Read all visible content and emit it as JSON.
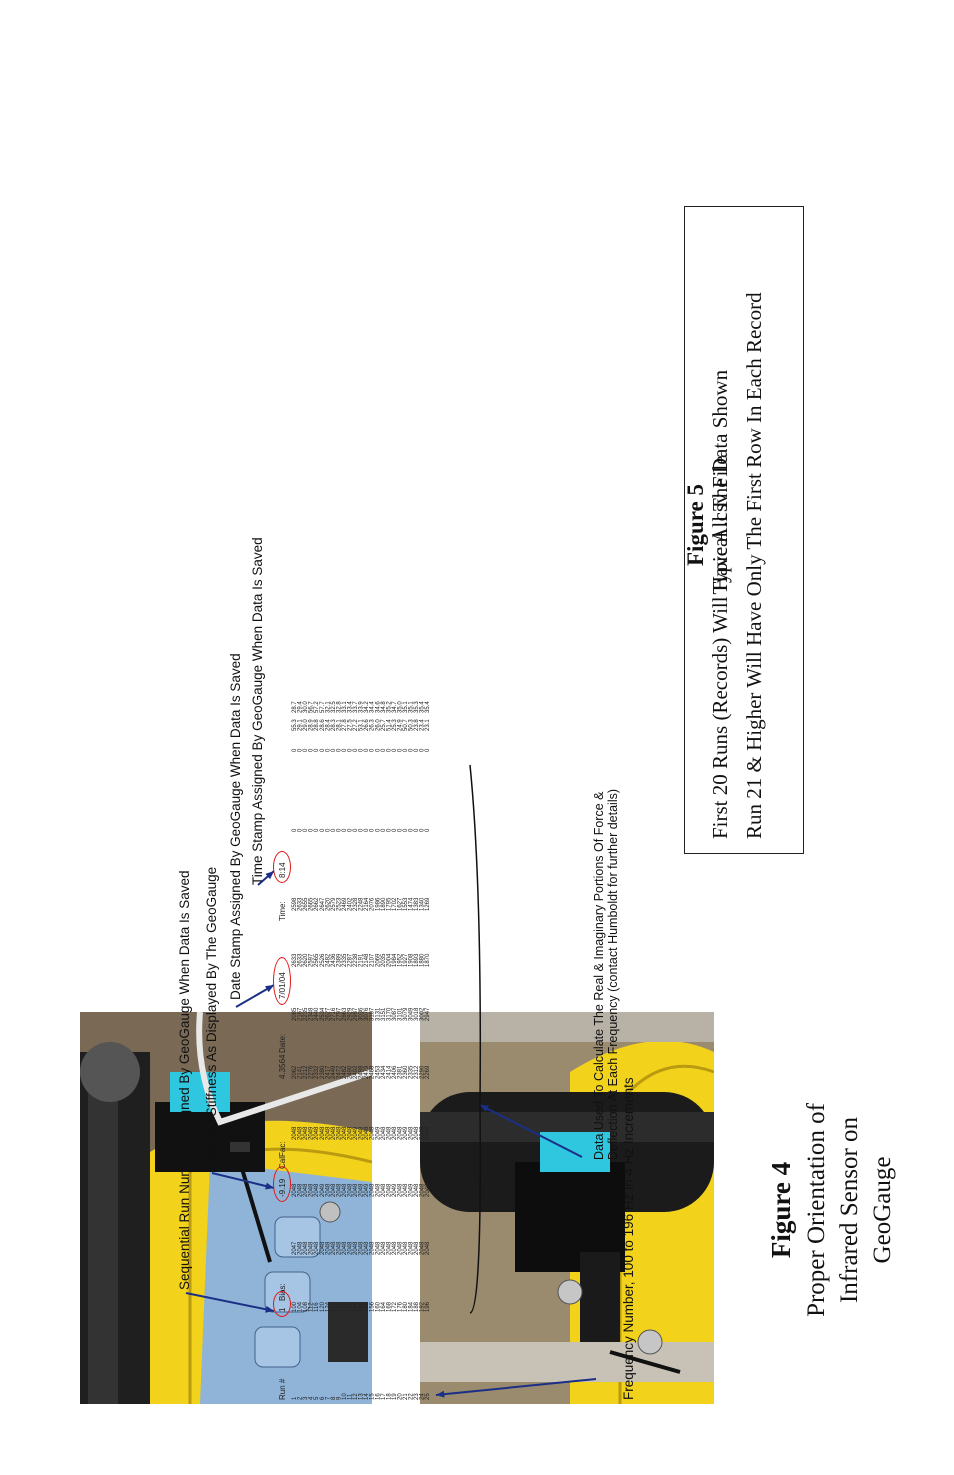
{
  "figure4": {
    "number": "Figure 4",
    "caption_lines": [
      "Proper Orientation of",
      "Infrared Sensor on",
      "GeoGauge"
    ]
  },
  "figure5": {
    "number": "Figure 5",
    "caption": "Typical .csv File"
  },
  "note_box": {
    "line1": "First 20 Runs (Records) Will Have All The Data Shown",
    "line2": "Run 21 & Higher Will Have Only The First Row In Each Record"
  },
  "annotations": {
    "run_number": "Sequential Run Number Assigned By GeoGauge When Data Is Saved",
    "avg_stiffness": "Average Stiffness As Displayed By The GeoGauge",
    "date_stamp": "Date Stamp Assigned By GeoGauge When Data Is Saved",
    "time_stamp": "Time Stamp Assigned By GeoGauge When Data Is Saved",
    "frequency": "Frequency Number, 100 to 196 Hz in 4 Hz Increments",
    "data_used_line1": "Data Used To Calculate The Real & Imaginary Portions Of Force &",
    "data_used_line2": "Deflection At Each Frequency (contact Humboldt for further details)"
  },
  "csv_header": {
    "run_label": "Run #",
    "run_value": "1",
    "bias_label": "Bias:",
    "stiffness_value": "-9.19",
    "calfac_label": "CalFac:",
    "calfac_value": "4.3564",
    "date_label": "Date:",
    "date_value": "7/01/04",
    "time_label": "Time:",
    "time_value": "8:14"
  },
  "colors": {
    "circle": "#e01818",
    "arrow": "#1b2f86",
    "gauge_yellow": "#f2d21a",
    "panel_blue": "#8fb4d8",
    "sensor_cyan": "#2fc7e0"
  },
  "csv_table": {
    "index": [
      "1",
      "2",
      "3",
      "4",
      "5",
      "6",
      "7",
      "8",
      "9",
      "10",
      "11",
      "12",
      "13",
      "14",
      "15",
      "16",
      "17",
      "18",
      "19",
      "20",
      "21",
      "22",
      "23",
      "24",
      "25"
    ],
    "rows": [
      [
        "100",
        "2047",
        "2048",
        "2048",
        "2062",
        "2085",
        "2633",
        "2598",
        "0",
        "0",
        "55.3",
        "28.7"
      ],
      [
        "104",
        "2048",
        "2048",
        "2048",
        "2141",
        "2167",
        "2633",
        "2633",
        "0",
        "0",
        "29.1",
        "29.4"
      ],
      [
        "108",
        "2048",
        "2048",
        "2048",
        "2212",
        "2235",
        "2620",
        "2655",
        "0",
        "0",
        "29.0",
        "30.0"
      ],
      [
        "112",
        "2048",
        "2048",
        "2049",
        "2276",
        "2348",
        "2597",
        "2665",
        "0",
        "0",
        "28.9",
        "56.7"
      ],
      [
        "116",
        "2048",
        "2048",
        "2048",
        "2332",
        "2440",
        "2565",
        "2662",
        "0",
        "0",
        "28.8",
        "57.2"
      ],
      [
        "120",
        "2048",
        "2049",
        "2048",
        "2380",
        "2534",
        "2526",
        "2647",
        "0",
        "0",
        "28.6",
        "57.7"
      ],
      [
        "124",
        "2048",
        "2048",
        "2048",
        "2417",
        "2627",
        "2482",
        "2620",
        "0",
        "0",
        "28.4",
        "32.1"
      ],
      [
        "128",
        "2048",
        "2048",
        "2048",
        "2449",
        "2716",
        "2436",
        "2579",
        "0",
        "0",
        "28.3",
        "32.5"
      ],
      [
        "132",
        "2048",
        "2048",
        "2048",
        "2472",
        "2797",
        "2389",
        "2523",
        "0",
        "0",
        "28.1",
        "32.8"
      ],
      [
        "136",
        "2048",
        "2048",
        "2048",
        "2482",
        "2863",
        "2335",
        "2469",
        "0",
        "0",
        "27.8",
        "33.1"
      ],
      [
        "140",
        "2048",
        "2048",
        "2048",
        "2490",
        "2929",
        "2287",
        "2402",
        "0",
        "0",
        "27.5",
        "33.4"
      ],
      [
        "144",
        "2048",
        "2048",
        "2049",
        "2492",
        "2987",
        "2238",
        "2328",
        "0",
        "0",
        "27.2",
        "33.7"
      ],
      [
        "148",
        "2048",
        "2048",
        "2048",
        "2488",
        "3036",
        "2191",
        "2248",
        "0",
        "0",
        "53.1",
        "33.9"
      ],
      [
        "152",
        "2048",
        "2049",
        "2048",
        "2479",
        "3076",
        "2148",
        "2164",
        "0",
        "0",
        "26.6",
        "34.2"
      ],
      [
        "156",
        "2048",
        "2048",
        "2048",
        "2468",
        "3107",
        "2107",
        "2076",
        "0",
        "0",
        "26.3",
        "34.4"
      ],
      [
        "160",
        "2048",
        "2048",
        "2049",
        "2453",
        "3131",
        "2069",
        "1986",
        "0",
        "0",
        "26.0",
        "34.6"
      ],
      [
        "164",
        "2048",
        "2048",
        "2048",
        "2434",
        "3151",
        "2035",
        "1890",
        "0",
        "0",
        "25.7",
        "34.8"
      ],
      [
        "168",
        "2048",
        "2048",
        "2048",
        "2414",
        "3170",
        "2004",
        "1795",
        "0",
        "0",
        "51.4",
        "35.2"
      ],
      [
        "172",
        "2048",
        "2049",
        "2048",
        "2406",
        "3087",
        "1984",
        "1702",
        "0",
        "0",
        "25.3",
        "34.7"
      ],
      [
        "176",
        "2048",
        "2048",
        "2048",
        "2381",
        "3101",
        "1952",
        "1627",
        "0",
        "0",
        "24.9",
        "35.0"
      ],
      [
        "180",
        "2048",
        "2048",
        "2049",
        "2360",
        "3079",
        "1927",
        "1553",
        "0",
        "0",
        "50.7",
        "35.1"
      ],
      [
        "184",
        "2048",
        "2049",
        "2048",
        "2335",
        "3049",
        "1908",
        "1474",
        "0",
        "0",
        "50.3",
        "35.1"
      ],
      [
        "188",
        "2048",
        "2048",
        "2048",
        "2312",
        "3018",
        "1893",
        "1383",
        "0",
        "0",
        "23.8",
        "35.3"
      ],
      [
        "192",
        "2048",
        "2048",
        "2048",
        "2290",
        "3002",
        "1880",
        "1340",
        "0",
        "0",
        "23.4",
        "35.4"
      ],
      [
        "196",
        "2048",
        "2048",
        "2048",
        "2269",
        "2947",
        "1870",
        "1269",
        "0",
        "0",
        "23.1",
        "35.4"
      ]
    ]
  }
}
